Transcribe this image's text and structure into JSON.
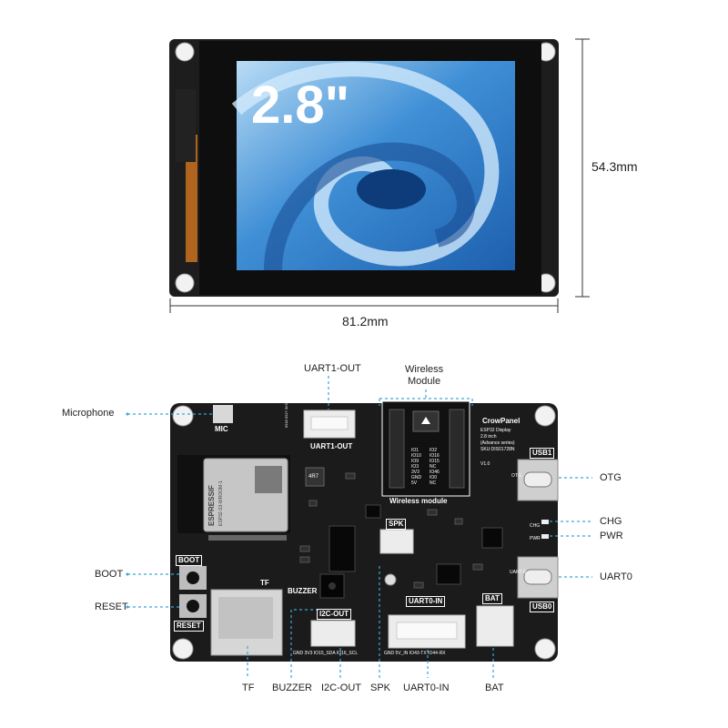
{
  "display": {
    "size_label": "2.8\"",
    "height_label": "54.3mm",
    "width_label": "81.2mm"
  },
  "labels": {
    "uart1_out": "UART1-OUT",
    "wireless_module": "Wireless",
    "wireless_module_2": "Module",
    "microphone": "Microphone",
    "otg": "OTG",
    "chg": "CHG",
    "pwr": "PWR",
    "uart0": "UART0",
    "boot": "BOOT",
    "reset": "RESET",
    "tf": "TF",
    "buzzer": "BUZZER",
    "i2c_out": "I2C-OUT",
    "spk": "SPK",
    "uart0_in": "UART0-IN",
    "bat": "BAT"
  },
  "silkscreen": {
    "mic": "MIC",
    "uart1_out": "UART1-OUT",
    "wireless_module": "Wireless module",
    "usb1": "USB1",
    "usb0": "USB0",
    "spk": "SPK",
    "boot": "BOOT",
    "reset": "RESET",
    "tf": "TF",
    "buzzer": "BUZZER",
    "i2c_out": "I2C-OUT",
    "uart0_in": "UART0-IN",
    "bat": "BAT",
    "crowpanel": "CrowPanel",
    "board_info_1": "ESP32 Display",
    "board_info_2": "2.8 inch",
    "board_info_3": "(Advance series)",
    "board_info_4": "SKU:DIS01728N",
    "version": "V1.0",
    "chg_led": "CHG",
    "pwr_led": "PWR",
    "otg_small": "OTG",
    "uart0_small": "UART 0",
    "espressif": "ESPRESSIF",
    "module_name": "ESP32-S3-WROOM-1",
    "i2c_pins": "GND 3V3 IO15_SDA IO16_SCL",
    "uart_pins": "GND 5V_IN IO43-TX IO44-RX",
    "pin_col1": [
      "IO1",
      "IO10",
      "IO9",
      "IO3",
      "3V3",
      "GND",
      "5V"
    ],
    "pin_col2": [
      "IO2",
      "IO16",
      "IO15",
      "NC",
      "IO46",
      "IO0",
      "NC"
    ],
    "uart1_pins": "IO18 IO17 3V3 GND",
    "part_marking": "4R7"
  }
}
